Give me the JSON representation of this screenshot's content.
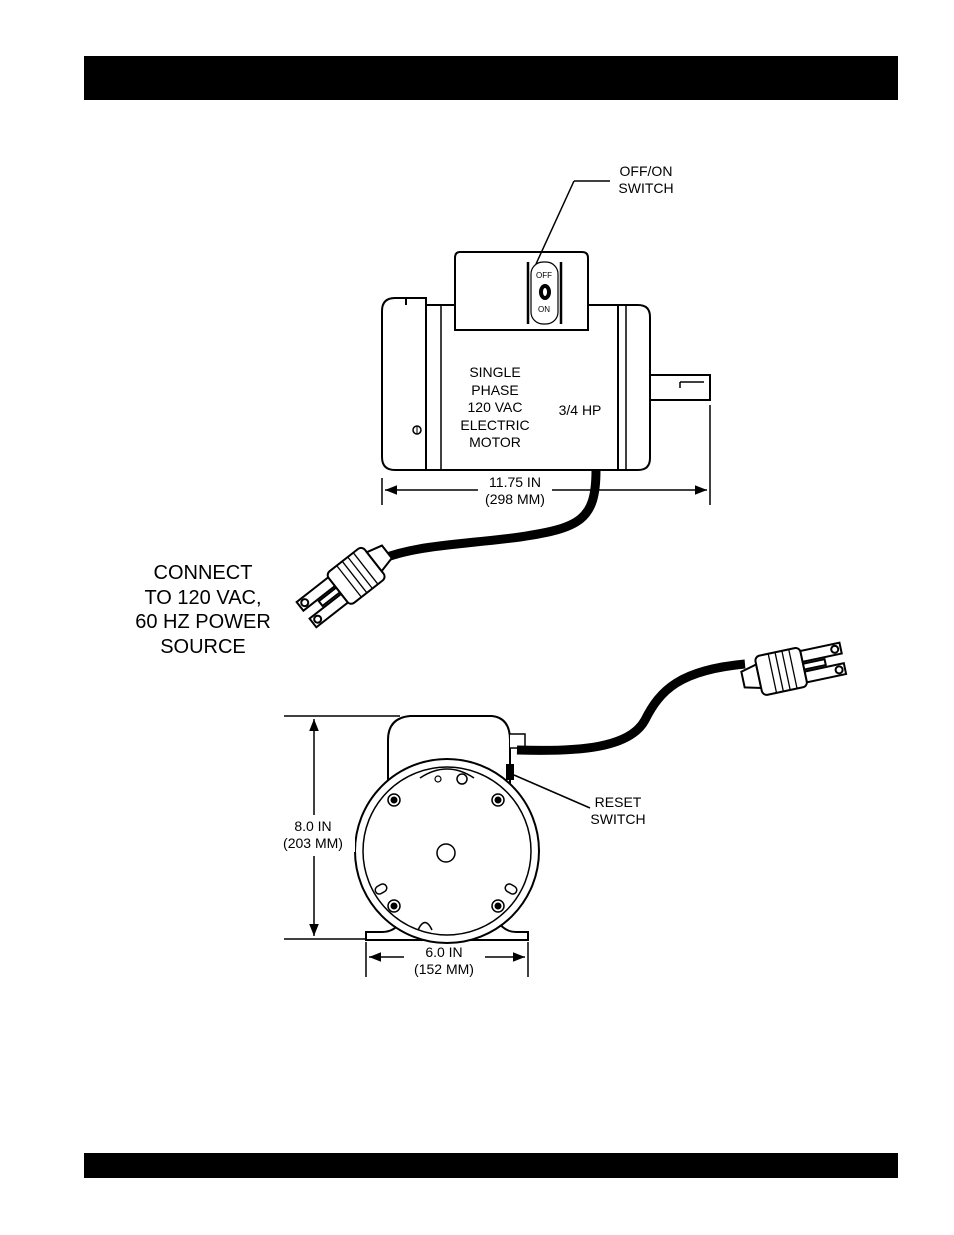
{
  "labels": {
    "switch_label": [
      "OFF/ON",
      "SWITCH"
    ],
    "switch_off": "OFF",
    "switch_on": "ON",
    "motor_desc": [
      "SINGLE",
      "PHASE",
      "120 VAC",
      "ELECTRIC",
      "MOTOR"
    ],
    "horsepower": "3/4 HP",
    "length": [
      "11.75 IN",
      "(298 MM)"
    ],
    "connect_note": [
      "CONNECT",
      "TO 120 VAC,",
      "60 HZ POWER",
      "SOURCE"
    ],
    "height": [
      "8.0 IN",
      "(203 MM)"
    ],
    "reset_label": [
      "RESET",
      "SWITCH"
    ],
    "width": [
      "6.0 IN",
      "(152 MM)"
    ]
  }
}
